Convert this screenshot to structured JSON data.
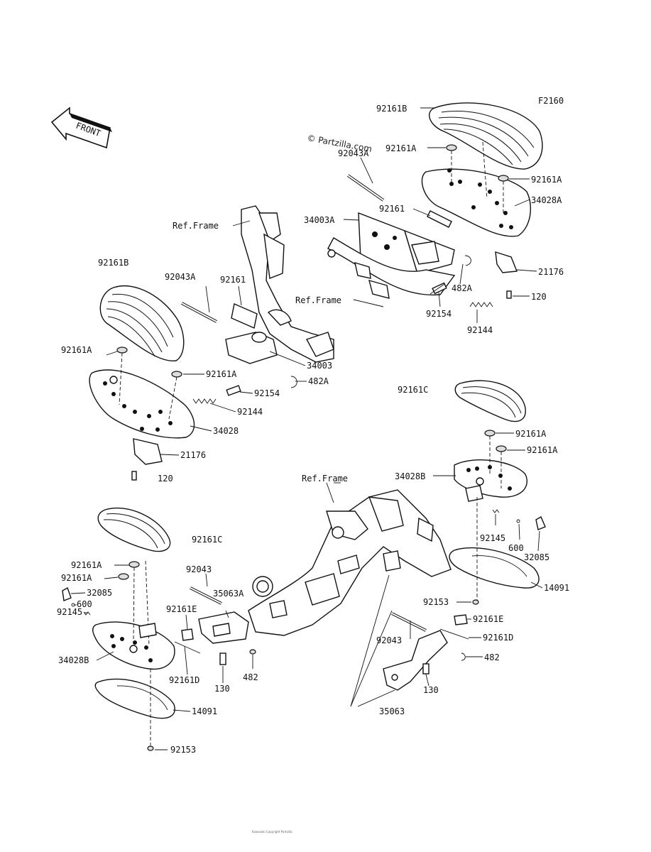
{
  "diagram_code": "F2160",
  "watermark": "© Partzilla.com",
  "front_arrow_label": "FRONT",
  "labels": [
    "92161B",
    "92161A",
    "92043A",
    "92161A",
    "34028A",
    "34003A",
    "92161",
    "Ref.Frame",
    "21176",
    "482A",
    "120",
    "92154",
    "92144",
    "Ref.Frame",
    "92161B",
    "92043A",
    "92161",
    "92161A",
    "92161A",
    "34003",
    "482A",
    "92154",
    "92144",
    "34028",
    "21176",
    "120",
    "92161C",
    "92161A",
    "92161A",
    "34028B",
    "Ref.Frame",
    "92145",
    "600",
    "32085",
    "14091",
    "92153",
    "92161C",
    "92043",
    "35063A",
    "92161E",
    "92161D",
    "130",
    "482",
    "92161A",
    "92161A",
    "32085",
    "92145",
    "600",
    "34028B",
    "14091",
    "92153",
    "92043",
    "92161E",
    "92161D",
    "482",
    "130",
    "35063"
  ],
  "footer_text": "Kawasaki  Copyright  Partzilla"
}
